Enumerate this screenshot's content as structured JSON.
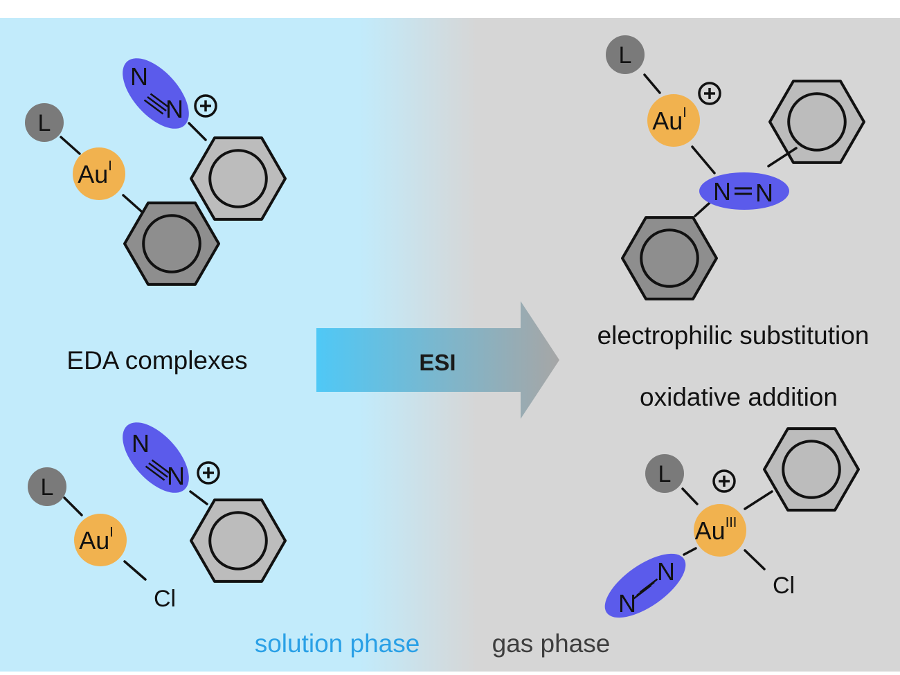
{
  "colors": {
    "solution_bg": "#C2EBFB",
    "gas_bg": "#D6D6D6",
    "gold_atom": "#F1B24F",
    "ligand": "#7A7A7A",
    "diazo": "#5B5BEB",
    "ring_dark": "#8E8E8E",
    "ring_light": "#BCBCBC",
    "arrow_start": "#4FC8F6",
    "arrow_end": "#A6A6A6",
    "solution_label": "#2AA0E6",
    "gas_label": "#3E3E3E"
  },
  "labels": {
    "eda": "EDA complexes",
    "esi": "ESI",
    "electrophilic": "electrophilic substitution",
    "oxidative": "oxidative addition",
    "solution_phase": "solution phase",
    "gas_phase": "gas phase"
  },
  "atoms": {
    "L": "L",
    "Au": "Au",
    "ox1": "I",
    "ox3": "III",
    "N": "N",
    "Cl": "Cl",
    "plus": "+"
  }
}
